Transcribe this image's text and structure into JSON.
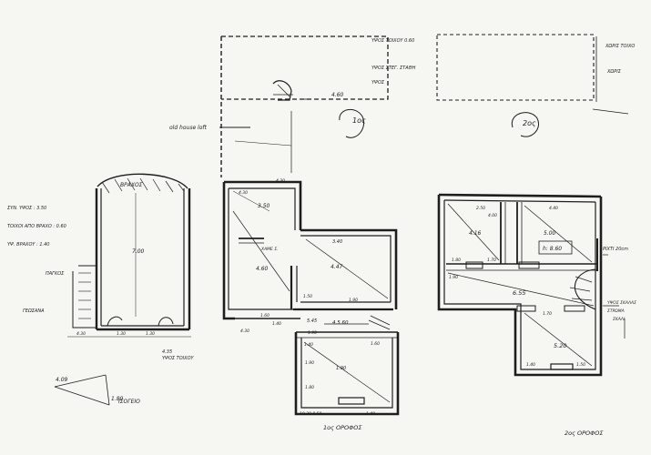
{
  "colors": {
    "ink": "#1e1e1e",
    "paper": "#f6f6f3"
  },
  "roof_plan": {
    "upper_notes": [
      "ΥΨΟΣ ΤΟΙΧΟΥ 0.60",
      "ΥΨΟΣ ΣΤΕΓ. ΣΤΑΘΗ",
      "ΥΨΟΣ"
    ],
    "width_label": "4.60",
    "old_house_label": "old house loft",
    "floor_circle_label": "1ος",
    "right_circle_label": "2ος",
    "right_notes": [
      "ΧΩΡΙΣ ΤΟΙΧΟ",
      "ΧΩΡΙΣ"
    ]
  },
  "section": {
    "title": "ΒΡΑΧΟΣ",
    "notes": [
      "ΣΥΝ. ΥΨΟΣ : 3.50",
      "ΤΟΙΧΟΙ ΑΠΟ ΒΡΑΧΟ : 0.60",
      "ΥΨ. ΒΡΑΧΟΥ : 1.40"
    ],
    "side_labels": [
      "ΠΑΓΚΟΣ",
      "ΓΕΩΣΑΝΑ"
    ],
    "height": "7.00",
    "bottom_note": "ΥΨΟΣ ΤΟΙΧΟΥ",
    "slope_labels": [
      "4.09",
      "1.80"
    ],
    "slope_caption": "ΙΣΟΓΕΙΟ",
    "dims": [
      "4.30",
      "1.30",
      "1.30",
      "4.35"
    ]
  },
  "first_floor": {
    "dims": [
      "4.30",
      "3.50",
      "ΧΑΜΕ Σ.",
      "3.40",
      "4.47",
      "4.30",
      "4.60",
      "1.50",
      "1.90",
      "5.45",
      "4.5.60",
      "1.60",
      "1.40",
      "1.90",
      "4.30",
      "1.60",
      "1.90",
      "1.80",
      "1.90",
      "1.40",
      "10.30 0.50",
      "1.40"
    ],
    "label": "1ος ΟΡΟΦΟΣ"
  },
  "second_floor": {
    "dims": [
      "2.50",
      "4.40",
      "4.16",
      "5.00",
      "4.00",
      "h: 8.60",
      "6.55",
      "5.20",
      "1.80",
      "1.70",
      "1.90",
      "1.70",
      "1.40",
      "1.50"
    ],
    "side_note": "ΡΙΧΤΙ 20cm",
    "stair_note": [
      "ΥΨΟΣ ΣΚΑΛΑΣ",
      "ΣΤΡΩΜΑ",
      "ΣΚΑΛΙ"
    ],
    "label": "2ος ΟΡΟΦΟΣ"
  }
}
